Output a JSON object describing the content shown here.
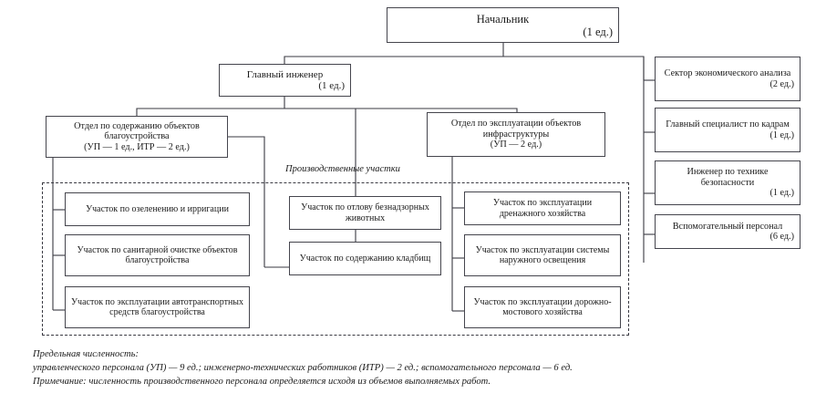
{
  "diagram": {
    "type": "org-chart",
    "title_node": {
      "label": "Начальник",
      "count": "(1 ед.)"
    },
    "level2": {
      "label": "Главный инженер",
      "count": "(1 ед.)"
    },
    "departments": [
      {
        "label": "Отдел по содержанию объектов благоустройства",
        "count": "(УП — 1 ед., ИТР — 2 ед.)"
      },
      {
        "label": "Отдел по эксплуатации объектов инфраструктуры",
        "count": "(УП — 2 ед.)"
      }
    ],
    "staff_units": [
      {
        "label": "Сектор экономического анализа",
        "count": "(2 ед.)"
      },
      {
        "label": "Главный специалист по кадрам",
        "count": "(1 ед.)"
      },
      {
        "label": "Инженер по технике безопасности",
        "count": "(1 ед.)"
      },
      {
        "label": "Вспомогательный персонал",
        "count": "(6 ед.)"
      }
    ],
    "region_label": "Производственные участки",
    "sections_left": [
      {
        "label": "Участок по озеленению и ирригации"
      },
      {
        "label": "Участок по санитарной очистке объектов благоустройства"
      },
      {
        "label": "Участок по эксплуатации автотранспортных средств благоустройства"
      }
    ],
    "sections_middle": [
      {
        "label": "Участок по отлову безнадзорных животных"
      },
      {
        "label": "Участок по содержанию кладбищ"
      }
    ],
    "sections_right": [
      {
        "label": "Участок по эксплуатации дренажного хозяйства"
      },
      {
        "label": "Участок по эксплуатации системы наружного освещения"
      },
      {
        "label": "Участок по эксплуатации дорожно-мостового хозяйства"
      }
    ],
    "footnotes": [
      "Предельная численность:",
      "управленческого персонала (УП) — 9 ед.; инженерно-технических работников (ИТР) — 2 ед.; вспомогательного персонала — 6 ед.",
      "Примечание: численность производственного персонала определяется исходя из объемов выполняемых работ."
    ]
  }
}
